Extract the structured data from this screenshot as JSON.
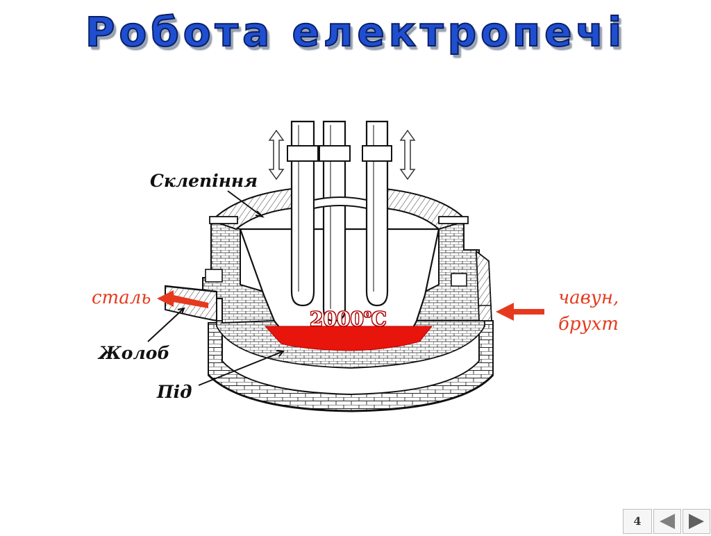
{
  "slide": {
    "title": "Робота  електропечі",
    "page_number": "4"
  },
  "labels": {
    "vault": "Склепіння",
    "steel": "сталь",
    "chute": "Жолоб",
    "hearth": "Під",
    "iron": "чавун,",
    "scrap": "брухт",
    "temperature_value": "2000",
    "temperature_degree": "o",
    "temperature_unit": "С"
  },
  "colors": {
    "title": "#1f4fd0",
    "title_outline": "#0a1f66",
    "arrow_red": "#e63a1e",
    "molten_metal": "#e8150c",
    "line": "#111111"
  },
  "nav": {
    "prev_icon": "triangle-left-icon",
    "next_icon": "triangle-right-icon"
  }
}
